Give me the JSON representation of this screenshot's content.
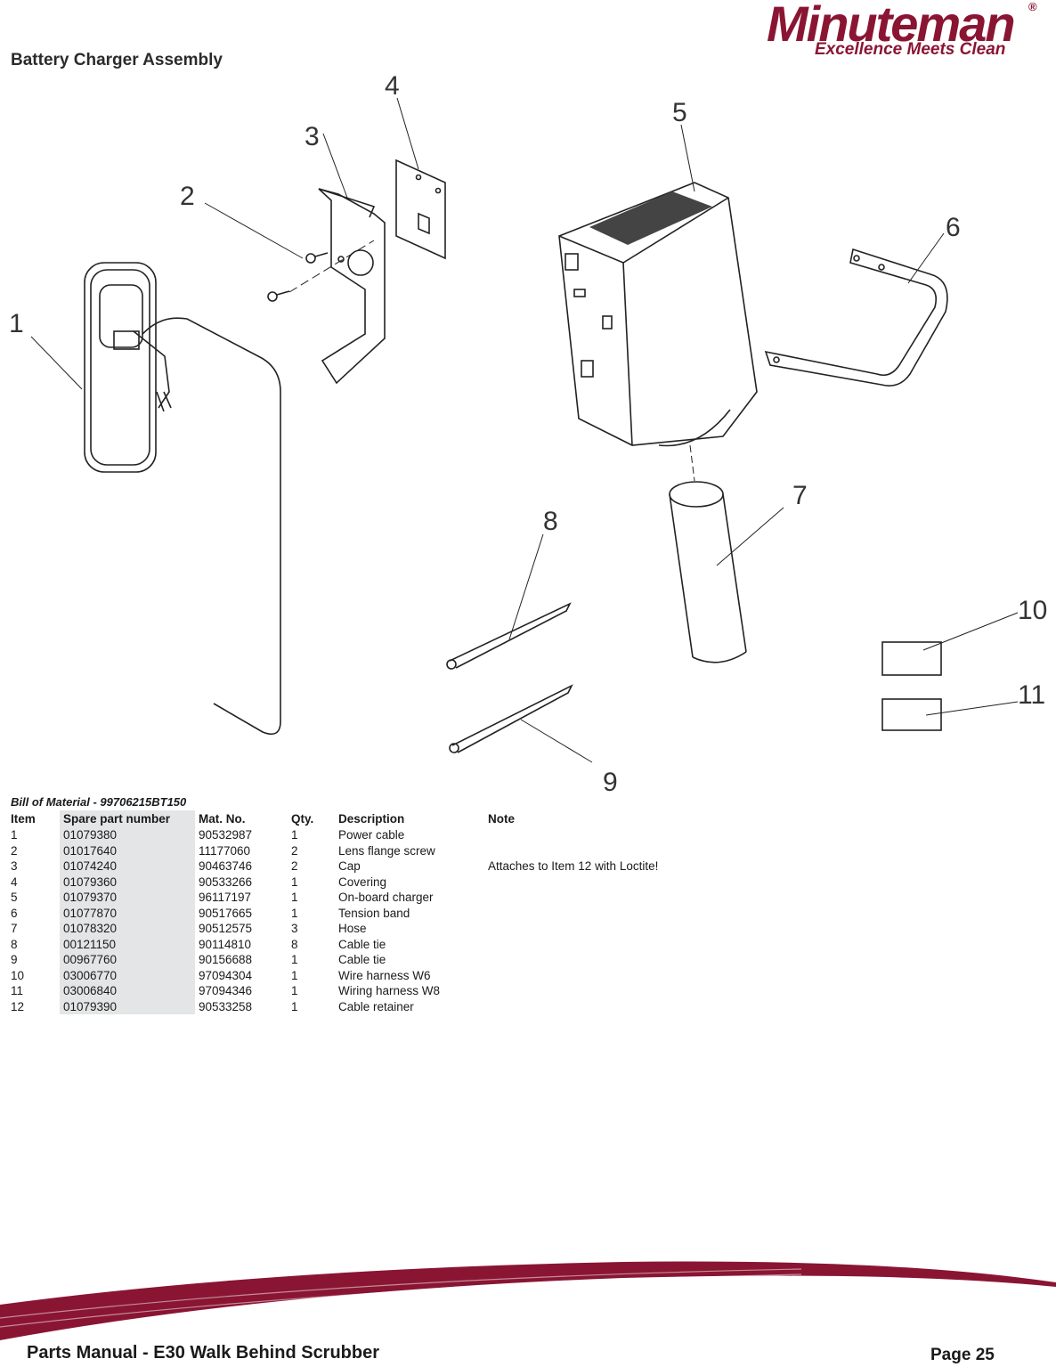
{
  "header": {
    "title": "Battery Charger Assembly",
    "logo_text": "Minuteman",
    "logo_registered": "®",
    "logo_tagline": "Excellence Meets Clean",
    "brand_color": "#8a1533"
  },
  "diagram": {
    "callouts": [
      "1",
      "2",
      "3",
      "4",
      "5",
      "6",
      "7",
      "8",
      "9",
      "10",
      "11"
    ]
  },
  "bom": {
    "title": "Bill of Material - 99706215BT150",
    "headers": [
      "Item",
      "Spare part number",
      "Mat. No.",
      "Qty.",
      "Description",
      "Note"
    ],
    "rows": [
      [
        "1",
        "01079380",
        "90532987",
        "1",
        "Power cable",
        ""
      ],
      [
        "2",
        "01017640",
        "11177060",
        "2",
        "Lens flange screw",
        ""
      ],
      [
        "3",
        "01074240",
        "90463746",
        "2",
        "Cap",
        "Attaches to Item 12 with Loctite!"
      ],
      [
        "4",
        "01079360",
        "90533266",
        "1",
        "Covering",
        ""
      ],
      [
        "5",
        "01079370",
        "96117197",
        "1",
        "On-board charger",
        ""
      ],
      [
        "6",
        "01077870",
        "90517665",
        "1",
        "Tension band",
        ""
      ],
      [
        "7",
        "01078320",
        "90512575",
        "3",
        "Hose",
        ""
      ],
      [
        "8",
        "00121150",
        "90114810",
        "8",
        "Cable tie",
        ""
      ],
      [
        "9",
        "00967760",
        "90156688",
        "1",
        "Cable tie",
        ""
      ],
      [
        "10",
        "03006770",
        "97094304",
        "1",
        "Wire harness W6",
        ""
      ],
      [
        "11",
        "03006840",
        "97094346",
        "1",
        "Wiring harness W8",
        ""
      ],
      [
        "12",
        "01079390",
        "90533258",
        "1",
        "Cable retainer",
        ""
      ]
    ]
  },
  "footer": {
    "manual_title": "Parts Manual - E30 Walk Behind Scrubber",
    "page_label": "Page 25"
  }
}
